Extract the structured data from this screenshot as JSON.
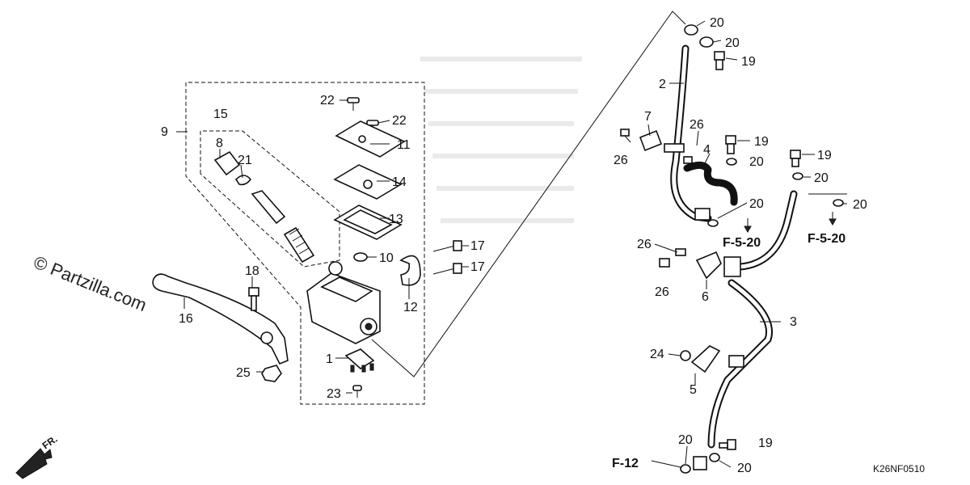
{
  "watermark": "© Partzilla.com",
  "direction_label": "FR.",
  "diagram_code": "K26NF0510",
  "refs": {
    "f520_a": "F-5-20",
    "f520_b": "F-5-20",
    "f12": "F-12"
  },
  "callouts": {
    "c1": "1",
    "c2": "2",
    "c3": "3",
    "c4": "4",
    "c5": "5",
    "c6": "6",
    "c7": "7",
    "c8": "8",
    "c9": "9",
    "c10": "10",
    "c11": "11",
    "c12": "12",
    "c13": "13",
    "c14": "14",
    "c15": "15",
    "c16": "16",
    "c17a": "17",
    "c17b": "17",
    "c18": "18",
    "c19a": "19",
    "c19b": "19",
    "c19c": "19",
    "c19d": "19",
    "c20a": "20",
    "c20b": "20",
    "c20c": "20",
    "c20d": "20",
    "c20e": "20",
    "c20f": "20",
    "c20g": "20",
    "c20h": "20",
    "c21": "21",
    "c22a": "22",
    "c22b": "22",
    "c23": "23",
    "c24": "24",
    "c25": "25",
    "c26a": "26",
    "c26b": "26",
    "c26c": "26",
    "c26d": "26"
  }
}
